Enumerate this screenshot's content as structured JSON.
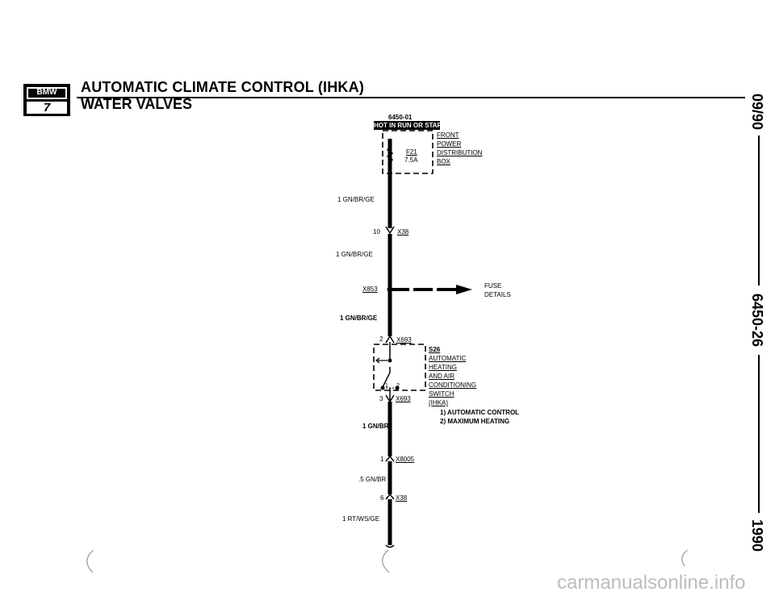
{
  "header": {
    "logo_text": "BMW",
    "logo_series": "7",
    "title": "AUTOMATIC CLIMATE CONTROL (IHKA)",
    "subtitle": "WATER VALVES"
  },
  "sidebar": {
    "date": "09/90",
    "page_code": "6450-26",
    "year": "1990"
  },
  "diagram": {
    "diagram_id": "6450-01",
    "power_label": "HOT IN RUN OR START",
    "front_box": [
      "FRONT",
      "POWER",
      "DISTRIBUTION",
      "BOX"
    ],
    "fuse_id": "F21",
    "fuse_rating": "7.5A",
    "wires": [
      "1 GN/BR/GE",
      "1 GN/BR/GE",
      "1 GN/BR/GE",
      "1 GN/BR",
      ".5 GN/BR",
      "1 RT/WS/GE"
    ],
    "connectors": {
      "x38_top_pin": "10",
      "x38_top": "X38",
      "x853": "X853",
      "x693_top_pin": "2",
      "x693_top": "X693",
      "x693_bottom_pin": "3",
      "x693_bottom": "X693",
      "x8005_pin": "1",
      "x8005": "X8005",
      "x38_bottom_pin": "6",
      "x38_bottom": "X38"
    },
    "fuse_details": [
      "FUSE",
      "DETAILS"
    ],
    "switch_id": "S26",
    "switch_lines": [
      "AUTOMATIC",
      "HEATING",
      "AND AIR",
      "CONDITIONING",
      "SWITCH",
      "(IHKA)"
    ],
    "switch_contacts": [
      "1",
      "2"
    ],
    "notes": [
      "1) AUTOMATIC CONTROL",
      "2) MAXIMUM HEATING"
    ]
  },
  "footer": {
    "watermark": "carmanualsonline.info"
  },
  "colors": {
    "ink": "#000000",
    "watermark": "#bdbdbd"
  }
}
